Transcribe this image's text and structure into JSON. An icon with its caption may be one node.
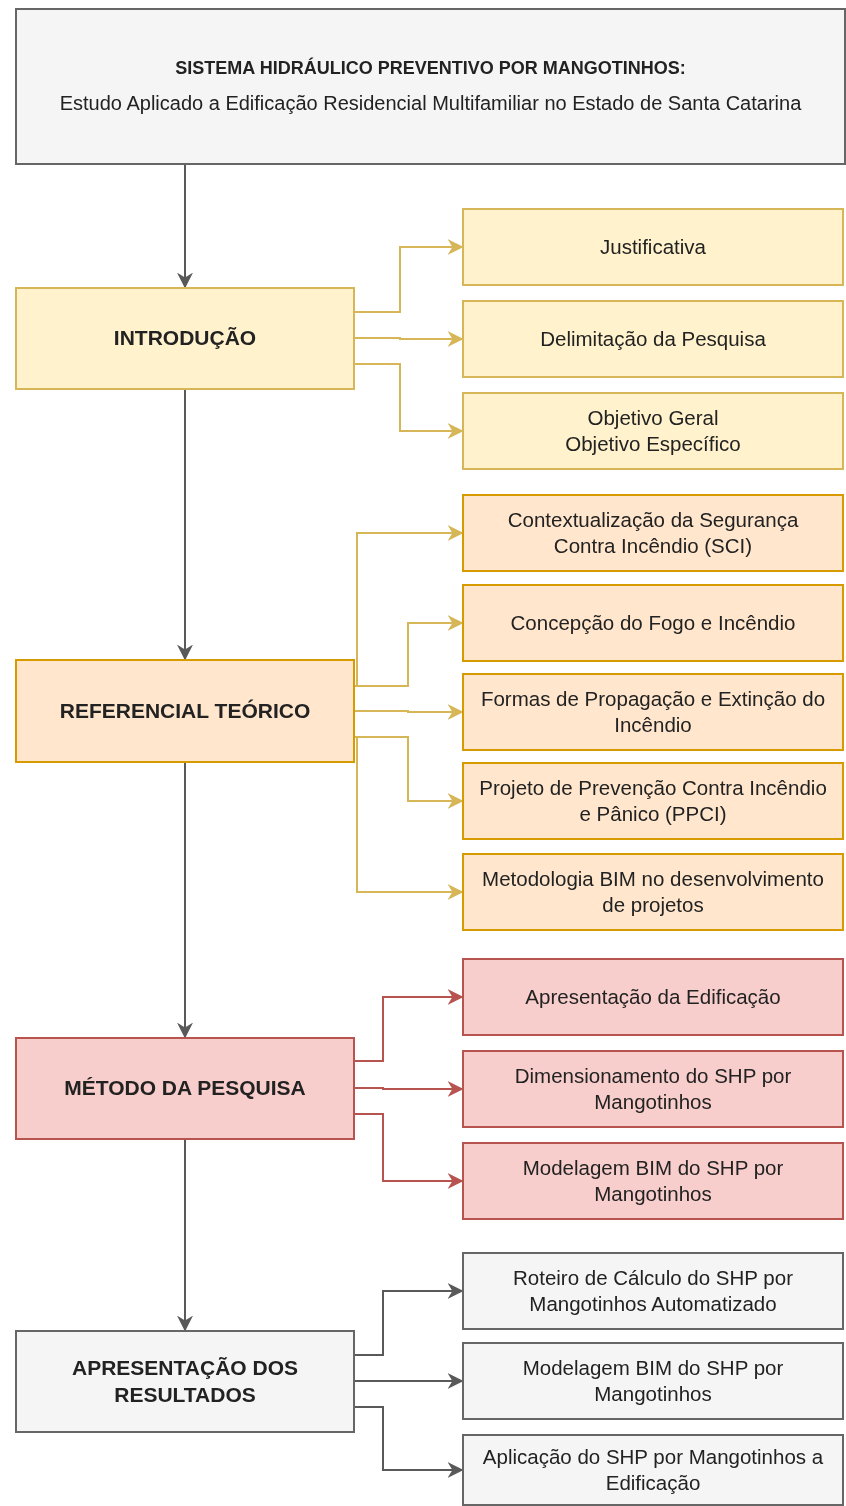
{
  "diagram": {
    "nodes": [
      {
        "text": [
          "SISTEMA HIDRÁULICO PREVENTIVO POR MANGOTINHOS:",
          "Estudo Aplicado a Edificação Residencial Multifamiliar no Estado de Santa Catarina"
        ]
      },
      {
        "text": [
          "INTRODUÇÃO"
        ]
      },
      {
        "text": [
          "Justificativa"
        ]
      },
      {
        "text": [
          "Delimitação da Pesquisa"
        ]
      },
      {
        "text": [
          "Objetivo Geral",
          "Objetivo Específico"
        ]
      },
      {
        "text": [
          "REFERENCIAL TEÓRICO"
        ]
      },
      {
        "text": [
          "Contextualização da Segurança Contra Incêndio (SCI)"
        ]
      },
      {
        "text": [
          "Concepção do Fogo e Incêndio"
        ]
      },
      {
        "text": [
          "Formas de Propagação e Extinção do Incêndio"
        ]
      },
      {
        "text": [
          "Projeto de Prevenção Contra Incêndio e Pânico (PPCI)"
        ]
      },
      {
        "text": [
          "Metodologia BIM no desenvolvimento de projetos"
        ]
      },
      {
        "text": [
          "MÉTODO DA PESQUISA"
        ]
      },
      {
        "text": [
          "Apresentação da Edificação"
        ]
      },
      {
        "text": [
          "Dimensionamento do SHP por Mangotinhos"
        ]
      },
      {
        "text": [
          "Modelagem BIM do SHP por Mangotinhos"
        ]
      },
      {
        "text": [
          "APRESENTAÇÃO DOS RESULTADOS"
        ]
      },
      {
        "text": [
          "Roteiro de Cálculo do SHP por Mangotinhos Automatizado"
        ]
      },
      {
        "text": [
          "Modelagem BIM do SHP por Mangotinhos"
        ]
      },
      {
        "text": [
          "Aplicação do SHP por Mangotinhos a Edificação"
        ]
      }
    ],
    "edges": [
      {
        "from": 0,
        "to": 1,
        "arrow": "to",
        "color": "#595959"
      },
      {
        "from": 1,
        "to": 2,
        "arrow": "to"
      },
      {
        "from": 1,
        "to": 3,
        "arrow": "to"
      },
      {
        "from": 1,
        "to": 4,
        "arrow": "to"
      },
      {
        "from": 1,
        "to": 5,
        "arrow": "to",
        "color": "#595959"
      },
      {
        "from": 5,
        "to": 6,
        "arrow": "to"
      },
      {
        "from": 5,
        "to": 7,
        "arrow": "to"
      },
      {
        "from": 5,
        "to": 8,
        "arrow": "to"
      },
      {
        "from": 5,
        "to": 9,
        "arrow": "to"
      },
      {
        "from": 5,
        "to": 10,
        "arrow": "to"
      },
      {
        "from": 5,
        "to": 11,
        "arrow": "to",
        "color": "#595959"
      },
      {
        "from": 11,
        "to": 12,
        "arrow": "to",
        "color": "#b85450"
      },
      {
        "from": 11,
        "to": 13,
        "arrow": "to",
        "color": "#b85450"
      },
      {
        "from": 11,
        "to": 14,
        "arrow": "to",
        "color": "#b85450"
      },
      {
        "from": 11,
        "to": 15,
        "arrow": "to",
        "color": "#595959"
      },
      {
        "from": 15,
        "to": 16,
        "arrow": "to",
        "color": "#595959"
      },
      {
        "from": 15,
        "to": 17,
        "arrow": "to",
        "color": "#595959"
      },
      {
        "from": 15,
        "to": 18,
        "arrow": "to",
        "color": "#595959"
      }
    ]
  }
}
